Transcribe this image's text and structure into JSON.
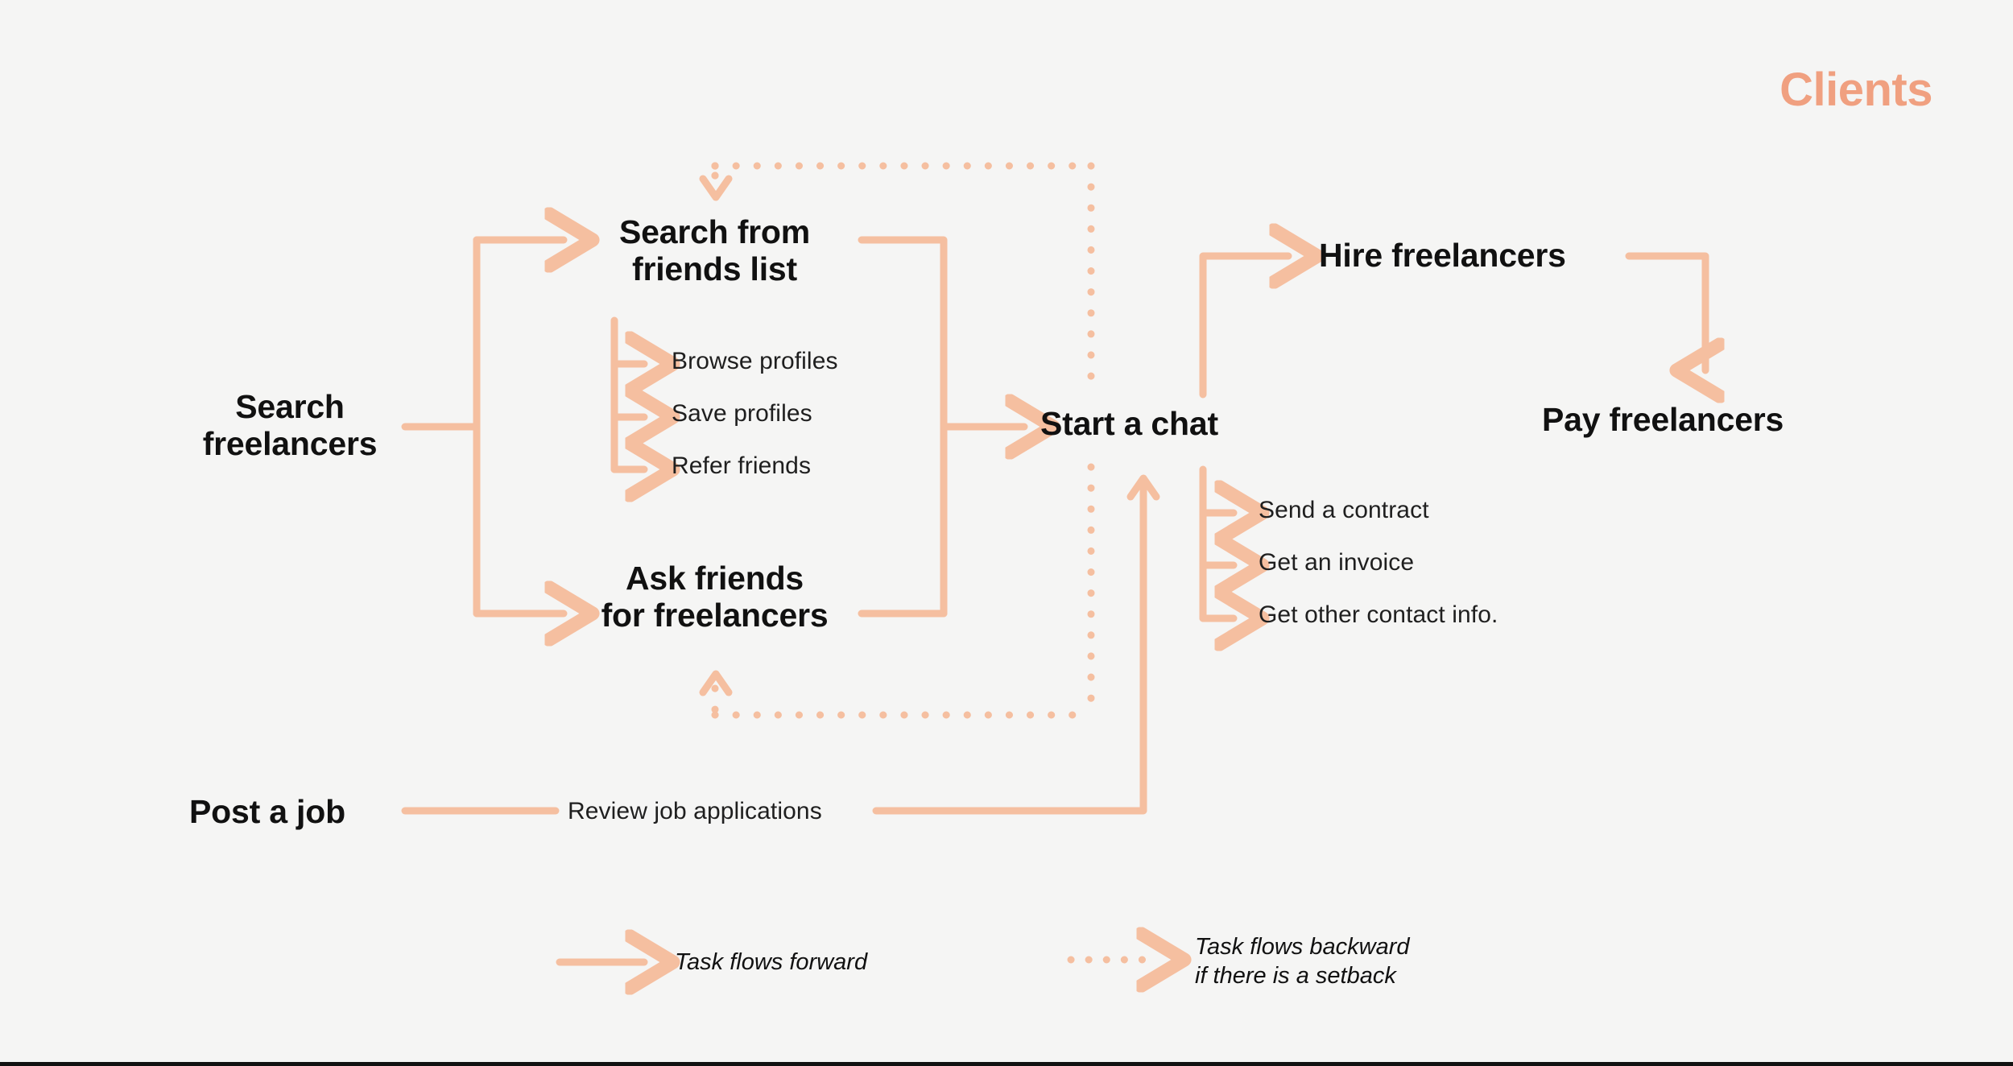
{
  "title": "Clients",
  "theme": {
    "background": "#f5f5f4",
    "accent": "#F5BFA0",
    "accent_title": "#F0A080",
    "text": "#111111"
  },
  "nodes": {
    "search_freelancers": "Search\nfreelancers",
    "search_from_friends_list": "Search from\nfriends list",
    "ask_friends_for_freelancers": "Ask friends\nfor freelancers",
    "start_a_chat": "Start a chat",
    "hire_freelancers": "Hire freelancers",
    "pay_freelancers": "Pay freelancers",
    "post_a_job": "Post a job",
    "review_job_applications": "Review job applications"
  },
  "friends_list_subtasks": [
    "Browse profiles",
    "Save profiles",
    "Refer friends"
  ],
  "chat_subtasks": [
    "Send a contract",
    "Get an invoice",
    "Get other contact info."
  ],
  "legend": {
    "forward": "Task flows forward",
    "backward": "Task flows backward\nif there is a setback"
  }
}
